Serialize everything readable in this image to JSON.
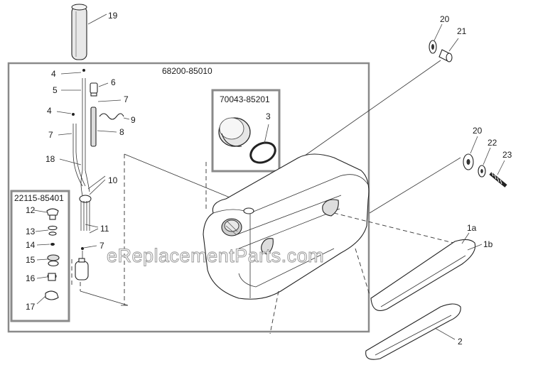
{
  "diagram": {
    "kit_labels": {
      "main_assembly": "68200-85010",
      "cap_kit": "70043-85201",
      "filter_kit": "22115-85401"
    },
    "callouts": {
      "c19": "19",
      "c20a": "20",
      "c21": "21",
      "c4a": "4",
      "c5": "5",
      "c6": "6",
      "c7a": "7",
      "c4b": "4",
      "c9": "9",
      "c7b": "7",
      "c8": "8",
      "c18": "18",
      "c10": "10",
      "c3": "3",
      "c20b": "20",
      "c22": "22",
      "c23": "23",
      "c12": "12",
      "c13": "13",
      "c14": "14",
      "c15": "15",
      "c16": "16",
      "c17": "17",
      "c11": "11",
      "c7c": "7",
      "c1a": "1a",
      "c1b": "1b",
      "c2": "2"
    },
    "watermark": "eReplacementParts.com"
  }
}
